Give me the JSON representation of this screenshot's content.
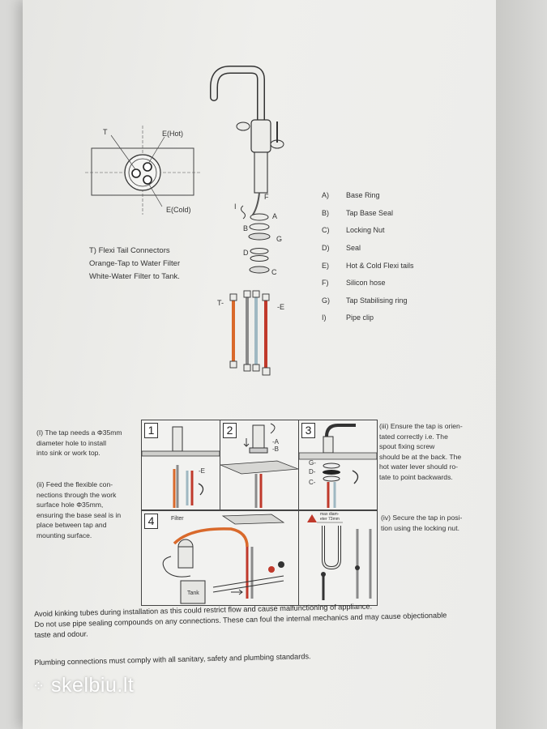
{
  "top_view": {
    "t_label": "T",
    "hot_label": "E(Hot)",
    "cold_label": "E(Cold)"
  },
  "exploded": {
    "i": "I",
    "f": "F",
    "a": "A",
    "b": "B",
    "g": "G",
    "d": "D",
    "c": "C",
    "t": "T-",
    "e": "-E"
  },
  "flexi_note": [
    "T) Flexi Tail Connectors",
    "Orange-Tap to Water Filter",
    "White-Water Filter to Tank."
  ],
  "parts": [
    {
      "key": "A)",
      "desc": "Base Ring"
    },
    {
      "key": "B)",
      "desc": "Tap Base Seal"
    },
    {
      "key": "C)",
      "desc": "Locking Nut"
    },
    {
      "key": "D)",
      "desc": "Seal"
    },
    {
      "key": "E)",
      "desc": "Hot & Cold Flexi tails"
    },
    {
      "key": "F)",
      "desc": "Silicon hose"
    },
    {
      "key": "G)",
      "desc": "Tap Stabilising ring"
    },
    {
      "key": "I)",
      "desc": "Pipe clip"
    }
  ],
  "steps_left": [
    [
      "(I) The tap needs a Φ35mm",
      "diameter hole to install",
      "into sink or work top."
    ],
    [
      "(ii) Feed the flexible con-",
      "nections through the work",
      "surface hole Φ35mm,",
      "ensuring the base seal is in",
      "place between tap and",
      "mounting surface."
    ]
  ],
  "steps_right": [
    [
      "(iii) Ensure the tap is orien-",
      "tated correctly i.e. The",
      "spout fixing screw",
      "should be at the back. The",
      "hot water lever should ro-",
      "tate to point backwards."
    ],
    [
      "(iv) Secure the tap in posi-",
      "tion using the locking nut."
    ]
  ],
  "panels": {
    "p1": {
      "num": "1",
      "e": "-E"
    },
    "p2": {
      "num": "2",
      "a": "-A",
      "b": "-B"
    },
    "p3": {
      "num": "3",
      "g": "G-",
      "d": "D-",
      "c": "C-"
    },
    "p4": {
      "num": "4",
      "filter": "Filter",
      "tank": "Tank"
    },
    "p5": {
      "note": "max diam-\neter 73mm"
    }
  },
  "footer": {
    "line1": "Avoid kinking tubes during installation as this could restrict flow and cause malfunctioning of appliance.",
    "line2": "Do not use pipe sealing compounds on any connections. These can foul the internal mechanics and may cause objectionable",
    "line3": "taste and odour.",
    "line4": "Plumbing connections must comply with all sanitary, safety and plumbing standards."
  },
  "watermark": "skelbiu.lt",
  "colors": {
    "hot": "#c0392b",
    "orange": "#d9692b",
    "white_hose": "#9fb8c2",
    "grey_hose": "#8a8a8a"
  }
}
